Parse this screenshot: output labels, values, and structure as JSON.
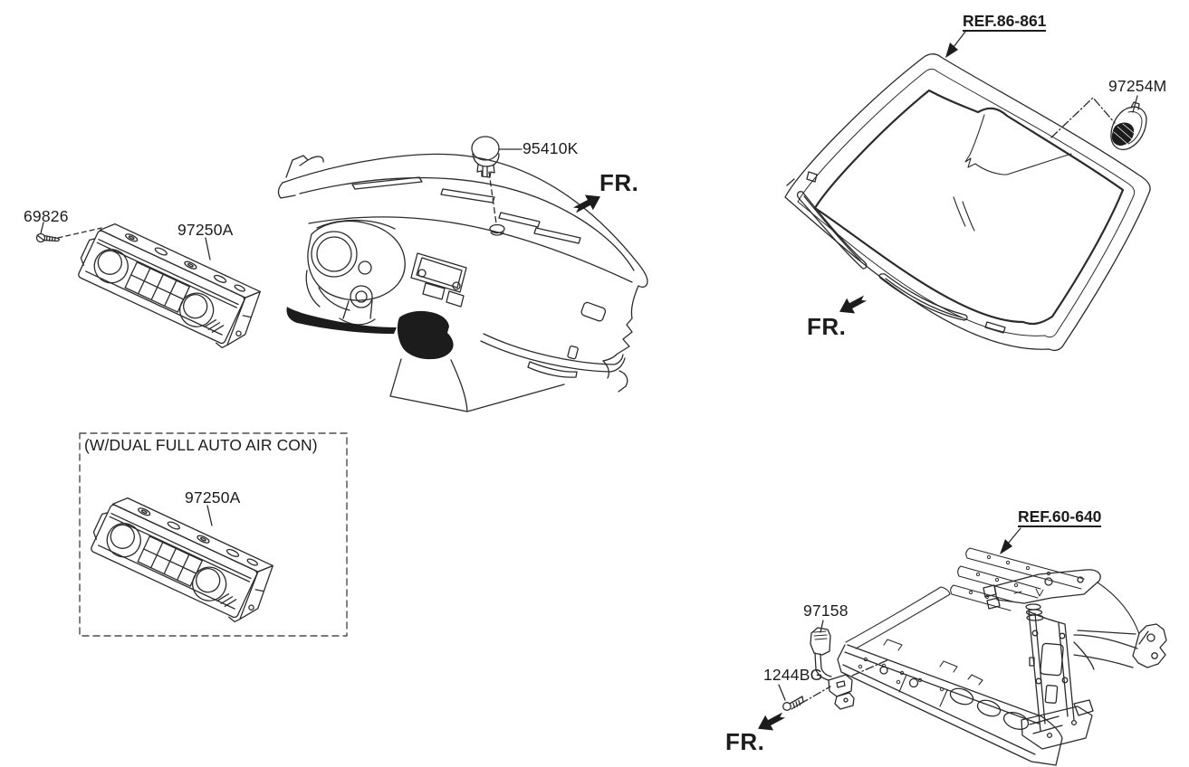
{
  "diagram": {
    "background": "#ffffff",
    "line_color": "#2b2b2b",
    "black_fill": "#1c1c1c",
    "sections": {
      "heater_control": {
        "screw": "69826",
        "control_unit": "97250A"
      },
      "dashboard": {
        "photo_sensor": "95410K",
        "fr": "FR."
      },
      "windshield": {
        "ref": "REF.86-861",
        "rain_sensor": "97254M",
        "fr": "FR."
      },
      "dual_option": {
        "note": "(W/DUAL FULL AUTO AIR CON)",
        "control_unit": "97250A"
      },
      "front_end_module": {
        "ref": "REF.60-640",
        "ambient_sensor": "97158",
        "bolt": "1244BG",
        "fr": "FR."
      }
    }
  }
}
